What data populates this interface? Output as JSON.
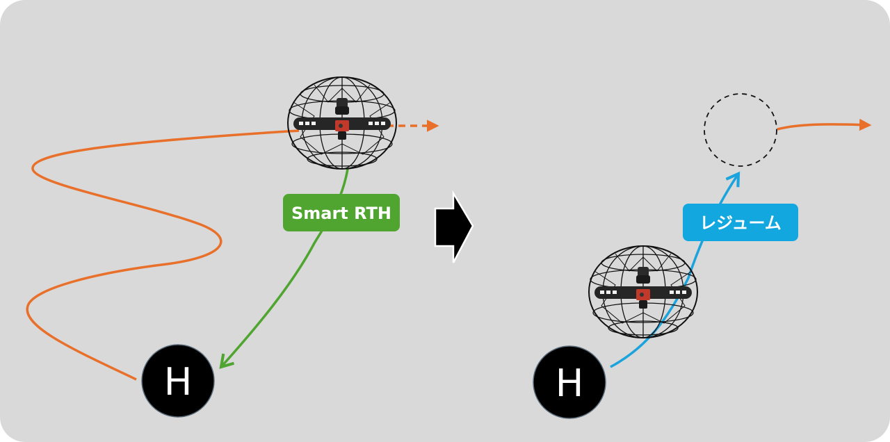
{
  "diagram": {
    "left_panel": {
      "label": "Smart RTH",
      "home_marker": "H"
    },
    "right_panel": {
      "label": "レジューム",
      "home_marker": "H"
    },
    "transition_arrow": "right-arrow-icon",
    "colors": {
      "background": "#d9d9d9",
      "flight_path": "#e8702a",
      "rth_path": "#4fa52f",
      "resume_path": "#1aa3dc",
      "rth_label_bg": "#4fa52f",
      "resume_label_bg": "#13a7e0",
      "home_marker_bg": "#000000",
      "arrow": "#000000"
    },
    "icons": [
      "drone-icon",
      "home-marker-icon",
      "ghost-position-icon"
    ]
  }
}
